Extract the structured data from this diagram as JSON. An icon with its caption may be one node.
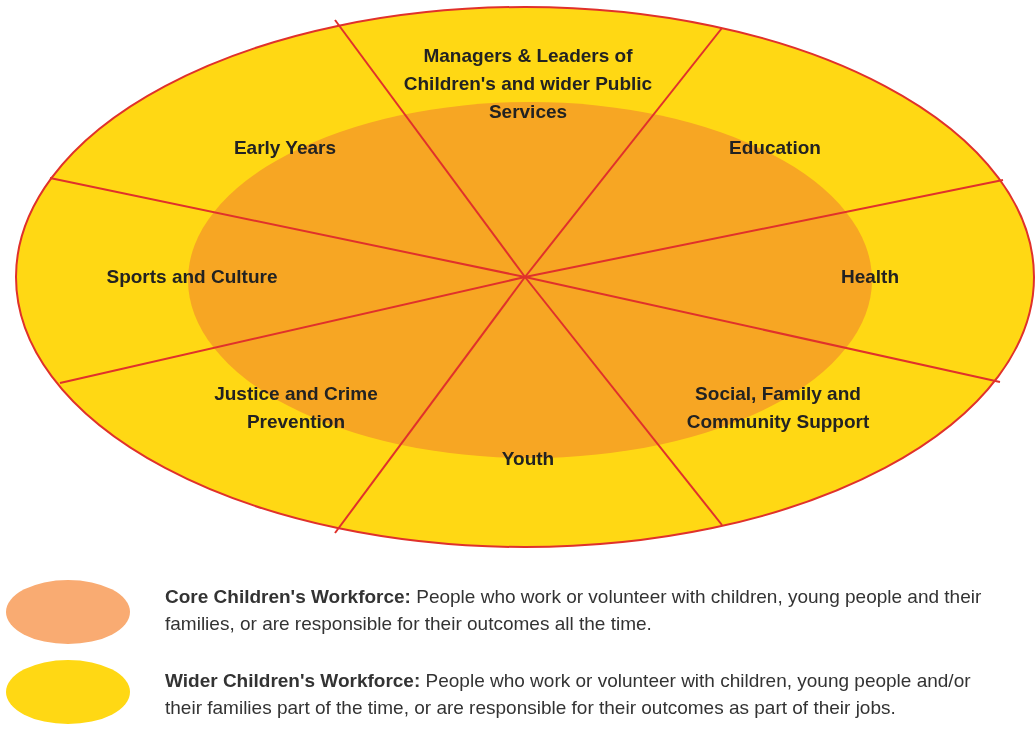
{
  "diagram": {
    "nodes": [
      {
        "text": [
          "Managers & Leaders of Children's and wider Public Services"
        ]
      },
      {
        "text": [
          "Early Years"
        ]
      },
      {
        "text": [
          "Education"
        ]
      },
      {
        "text": [
          "Sports and Culture"
        ]
      },
      {
        "text": [
          "Health"
        ]
      },
      {
        "text": [
          "Justice and Crime Prevention"
        ]
      },
      {
        "text": [
          "Social, Family and Community Support"
        ]
      },
      {
        "text": [
          "Youth"
        ]
      }
    ],
    "legend": [
      {
        "text": "**Core Children's Workforce:** People who work or volunteer with children, young people and their families, or are responsible for their outcomes all the time.",
        "color": "#f9ab72"
      },
      {
        "text": "**Wider Children's Workforce:** People who work or volunteer with children, young people and/or their families part of the time, or are responsible for their outcomes as part of their jobs.",
        "color": "#ffd814"
      }
    ]
  }
}
